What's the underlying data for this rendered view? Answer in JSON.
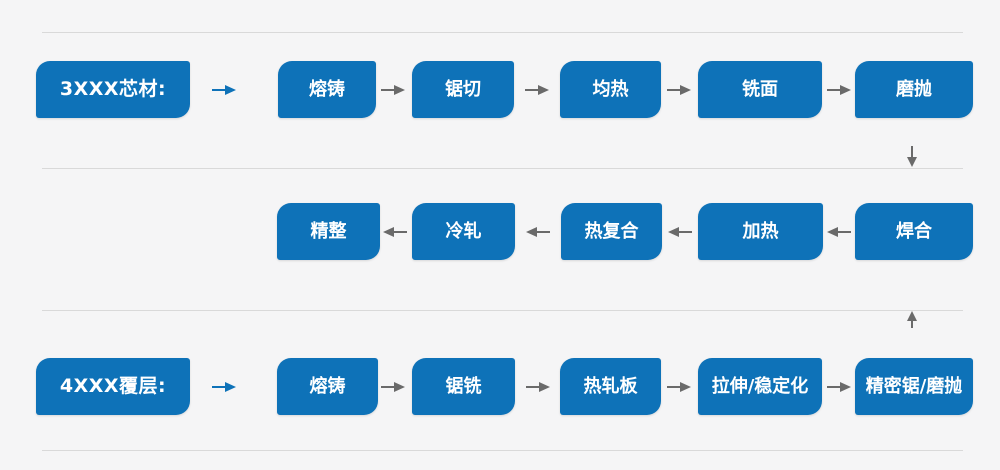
{
  "colors": {
    "box_blue": "#0e72b8",
    "arrow_gray": "#6a6a6a",
    "divider": "#d9d9d9",
    "background": "#f5f5f6",
    "box_text": "#ffffff"
  },
  "rows": {
    "row1": {
      "label": "3XXX芯材:",
      "steps": [
        "熔铸",
        "锯切",
        "均热",
        "铣面",
        "磨抛"
      ]
    },
    "row2": {
      "direction": "right-to-left",
      "steps": [
        "精整",
        "冷轧",
        "热复合",
        "加热",
        "焊合"
      ]
    },
    "row3": {
      "label": "4XXX覆层:",
      "steps": [
        "熔铸",
        "锯铣",
        "热轧板",
        "拉伸/稳定化",
        "精密锯/磨抛"
      ]
    }
  },
  "connectors": {
    "row1_to_row2": "arrow-down-icon",
    "row3_to_row2": "arrow-up-icon",
    "row1_flow": "arrow-right-icon",
    "row2_flow": "arrow-left-icon",
    "row3_flow": "arrow-right-icon"
  }
}
